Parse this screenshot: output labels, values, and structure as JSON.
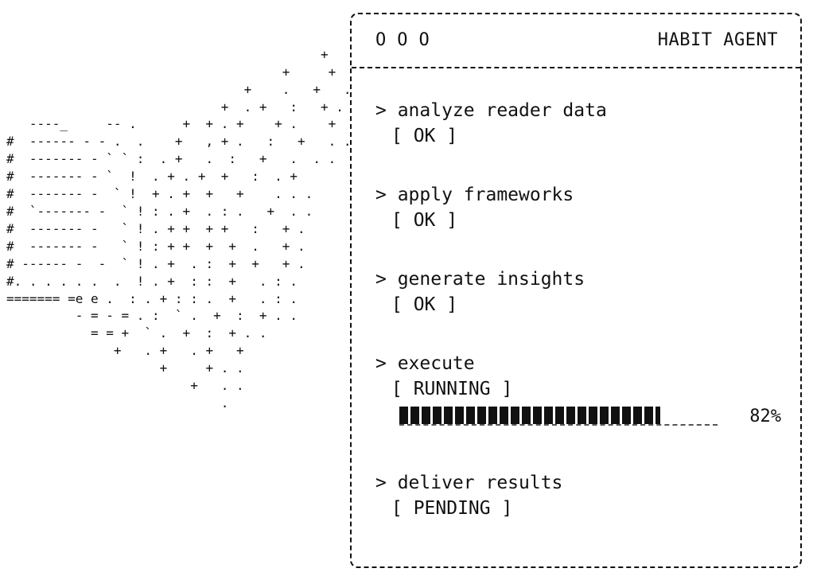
{
  "window": {
    "dots": [
      "O",
      "O",
      "O"
    ],
    "title": "HABIT AGENT"
  },
  "steps": [
    {
      "command": "> analyze reader data",
      "status": "[ OK ]"
    },
    {
      "command": "> apply frameworks",
      "status": "[ OK ]"
    },
    {
      "command": "> generate insights",
      "status": "[ OK ]"
    },
    {
      "command": "> execute",
      "status": "[ RUNNING ]",
      "progress_percent": 82,
      "progress_label": "82%"
    },
    {
      "command": "> deliver results",
      "status": "[ PENDING ]"
    }
  ]
}
